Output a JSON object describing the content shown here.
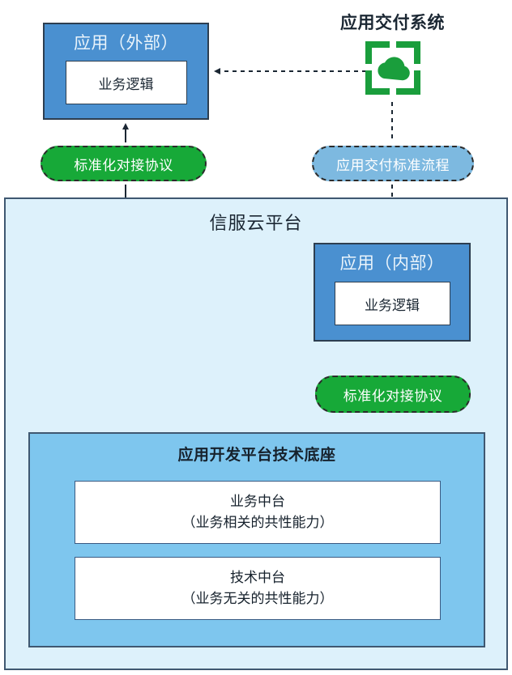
{
  "diagram": {
    "title_system": "应用交付系统",
    "system_icon": "cloud-in-bracket-icon",
    "colors": {
      "app_box_fill": "#4a90d0",
      "platform_fill": "#ddf1fb",
      "tech_base_fill": "#7ec6ee",
      "pill_green": "#17a938",
      "pill_blue": "#7db9e0",
      "icon_green": "#1a9e3c",
      "border_dark": "#2d3e50"
    },
    "external_app": {
      "title": "应用（外部）",
      "inner_label": "业务逻辑"
    },
    "internal_app": {
      "title": "应用（内部）",
      "inner_label": "业务逻辑"
    },
    "platform": {
      "title": "信服云平台"
    },
    "tech_base": {
      "title": "应用开发平台技术底座",
      "cards": [
        {
          "line1": "业务中台",
          "line2": "（业务相关的共性能力）"
        },
        {
          "line1": "技术中台",
          "line2": "（业务无关的共性能力）"
        }
      ]
    },
    "pills": [
      {
        "label": "标准化对接协议",
        "style": "green"
      },
      {
        "label": "应用交付标准流程",
        "style": "blue"
      },
      {
        "label": "标准化对接协议",
        "style": "green"
      }
    ]
  }
}
